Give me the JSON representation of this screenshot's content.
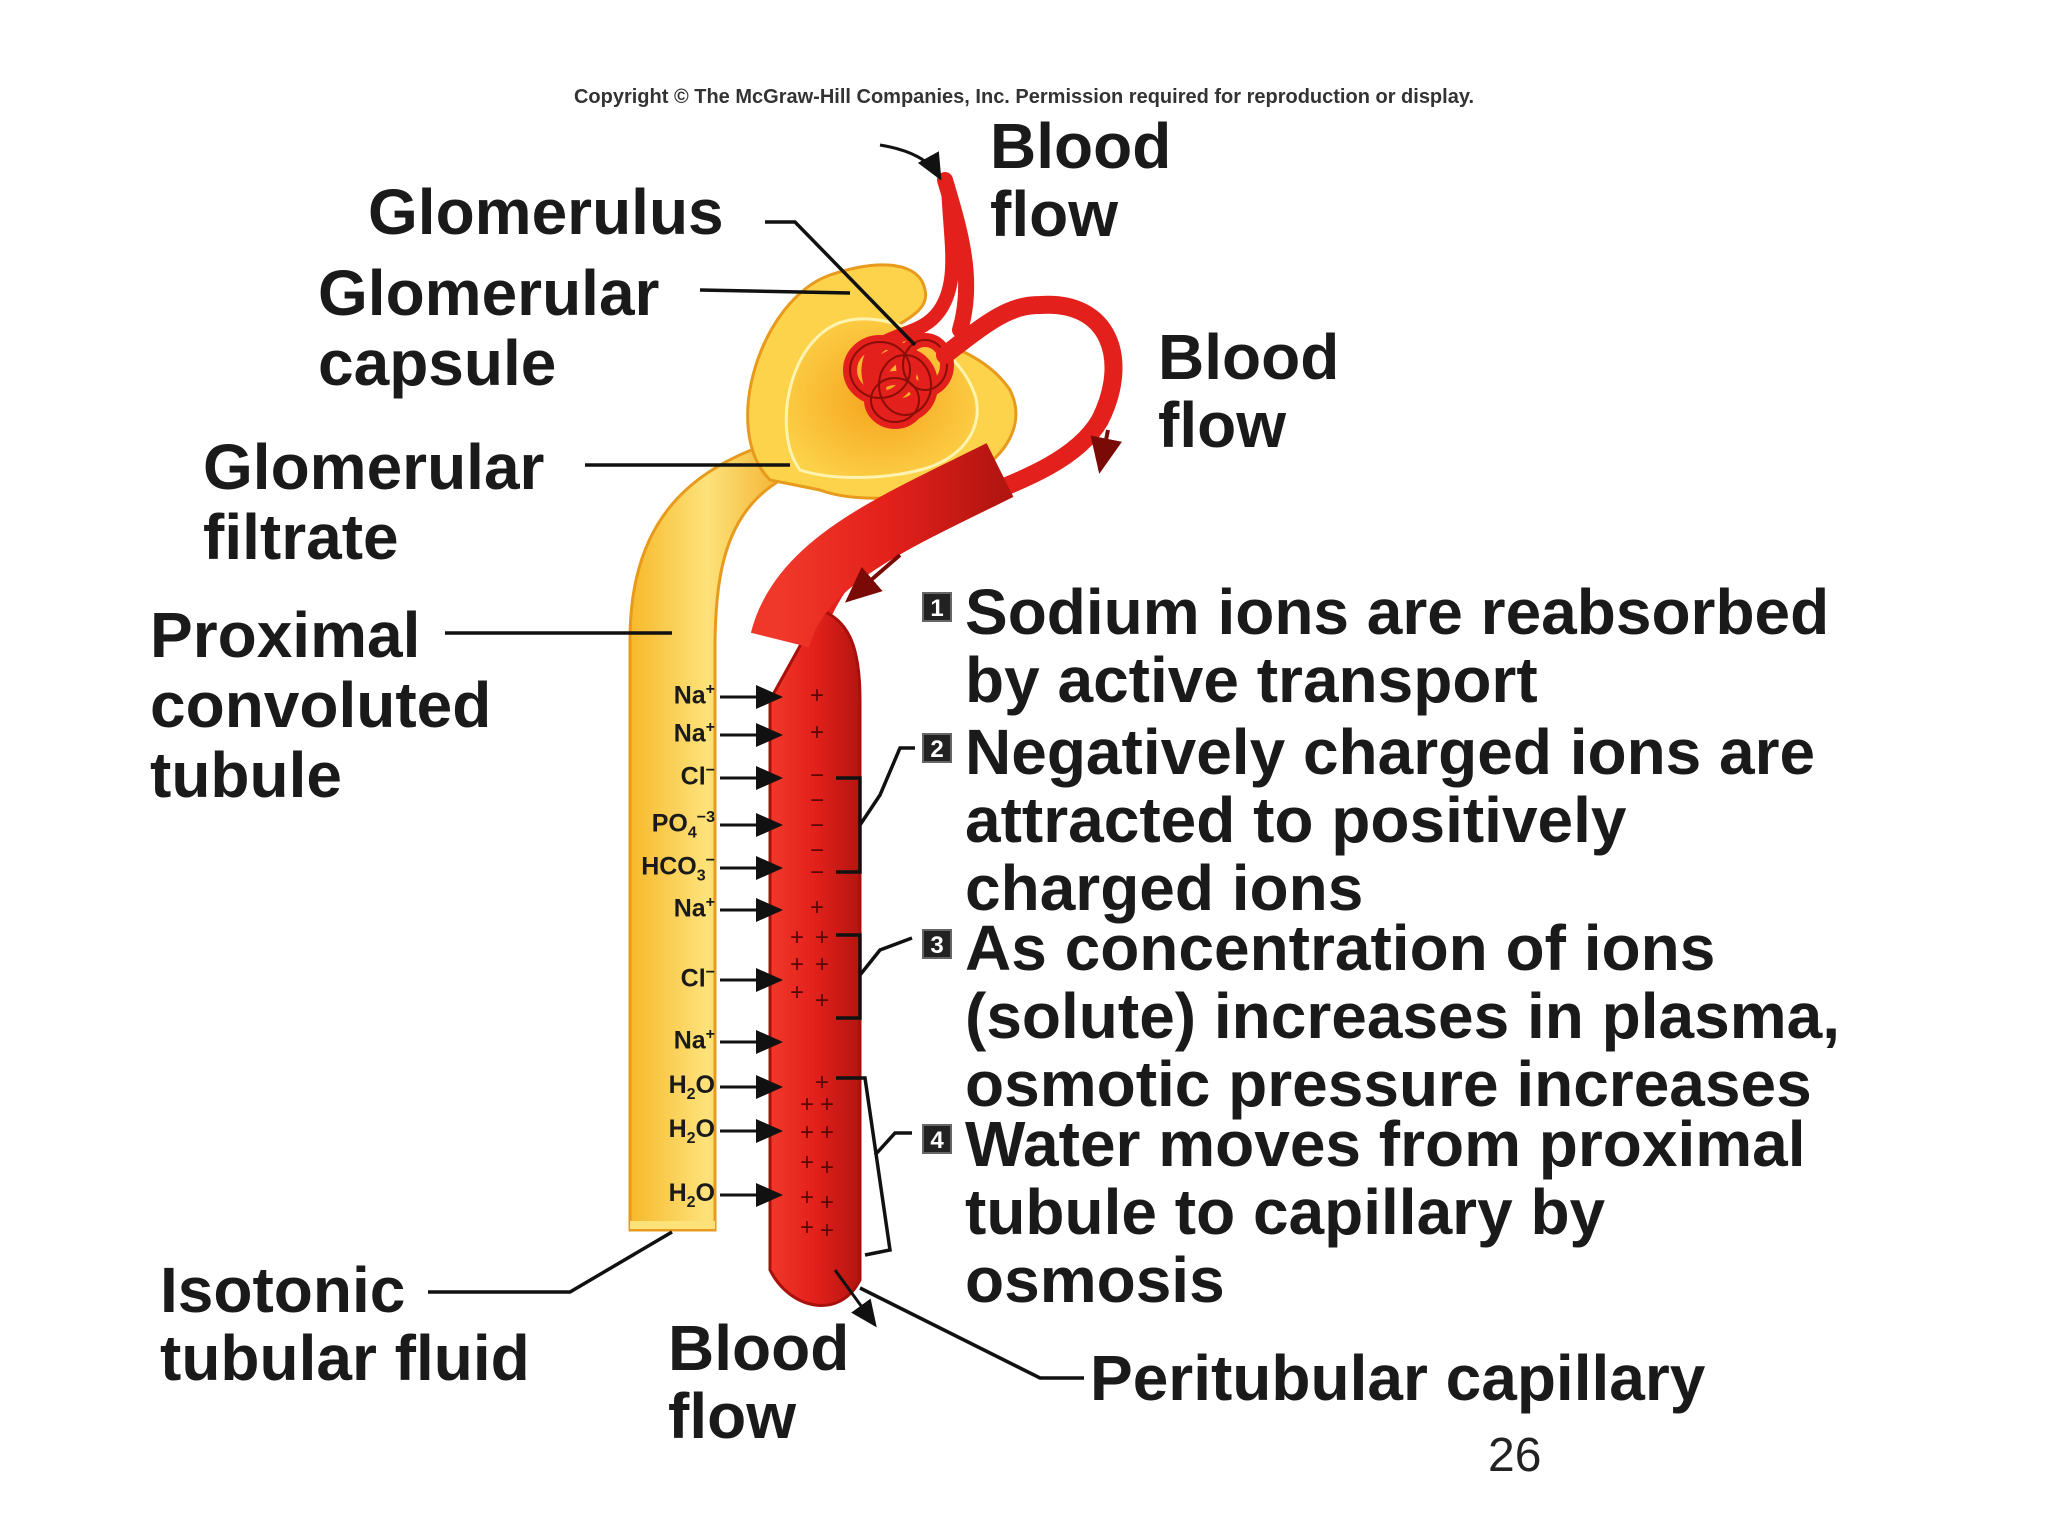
{
  "copyright": "Copyright © The McGraw-Hill Companies, Inc. Permission required for reproduction or display.",
  "labels": {
    "glomerulus": "Glomerulus",
    "glomerular_capsule": [
      "Glomerular",
      "capsule"
    ],
    "glomerular_filtrate": [
      "Glomerular",
      "filtrate"
    ],
    "proximal_tubule": [
      "Proximal",
      "convoluted",
      "tubule"
    ],
    "isotonic_fluid": [
      "Isotonic",
      "tubular fluid"
    ],
    "blood_flow_top": [
      "Blood",
      "flow"
    ],
    "blood_flow_right": [
      "Blood",
      "flow"
    ],
    "blood_flow_bottom": [
      "Blood",
      "flow"
    ],
    "peritubular_capillary": "Peritubular capillary"
  },
  "steps": [
    {
      "number": "1",
      "lines": [
        "Sodium ions are reabsorbed",
        "by active transport"
      ]
    },
    {
      "number": "2",
      "lines": [
        "Negatively charged ions are",
        "attracted to positively",
        "charged ions"
      ]
    },
    {
      "number": "3",
      "lines": [
        "As concentration of ions",
        "(solute) increases in plasma,",
        "osmotic pressure increases"
      ]
    },
    {
      "number": "4",
      "lines": [
        "Water moves from proximal",
        "tubule to capillary by",
        "osmosis"
      ]
    }
  ],
  "ions": [
    {
      "base": "Na",
      "sub": "",
      "sup": "+"
    },
    {
      "base": "Na",
      "sub": "",
      "sup": "+"
    },
    {
      "base": "Cl",
      "sub": "",
      "sup": "−"
    },
    {
      "base": "PO",
      "sub": "4",
      "sup": "−3"
    },
    {
      "base": "HCO",
      "sub": "3",
      "sup": "−"
    },
    {
      "base": "Na",
      "sub": "",
      "sup": "+"
    },
    {
      "base": "Cl",
      "sub": "",
      "sup": "−"
    },
    {
      "base": "Na",
      "sub": "",
      "sup": "+"
    },
    {
      "base": "H",
      "sub": "2",
      "sup": "",
      "tail": "O"
    },
    {
      "base": "H",
      "sub": "2",
      "sup": "",
      "tail": "O"
    },
    {
      "base": "H",
      "sub": "2",
      "sup": "",
      "tail": "O"
    }
  ],
  "page_number": "26",
  "colors": {
    "tubule": "#f7b92b",
    "tubule_light": "#fde27a",
    "tubule_dark": "#e8941a",
    "capillary": "#e3201b",
    "capillary_dark": "#a8100c",
    "text": "#1a1a1a"
  }
}
